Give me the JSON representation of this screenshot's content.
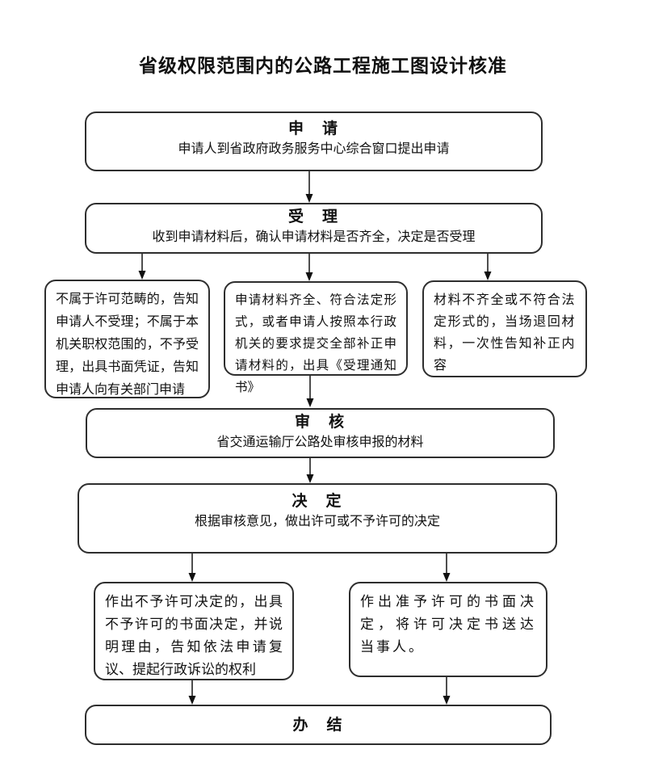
{
  "title": "省级权限范围内的公路工程施工图设计核准",
  "flow": {
    "apply": {
      "heading": "申　请",
      "body": "申请人到省政府政务服务中心综合窗口提出申请"
    },
    "accept": {
      "heading": "受　理",
      "body": "收到申请材料后，确认申请材料是否齐全，决定是否受理"
    },
    "branch_left": {
      "body": "不属于许可范畴的，告知申请人不受理；不属于本机关职权范围的，不予受理，出具书面凭证，告知申请人向有关部门申请"
    },
    "branch_middle": {
      "body": "申请材料齐全、符合法定形式，或者申请人按照本行政机关的要求提交全部补正申请材料的，出具《受理通知书》"
    },
    "branch_right": {
      "body": "材料不齐全或不符合法定形式的，当场退回材料，一次性告知补正内容"
    },
    "review": {
      "heading": "审　核",
      "body": "省交通运输厅公路处审核申报的材料"
    },
    "decision": {
      "heading": "决　定",
      "body": "根据审核意见，做出许可或不予许可的决定"
    },
    "deny": {
      "body": "作出不予许可决定的，出具不予许可的书面决定，并说明理由，告知依法申请复议、提起行政诉讼的权利"
    },
    "grant": {
      "body": "作出准予许可的书面决定，将许可决定书送达当事人。"
    },
    "complete": {
      "heading": "办　结"
    }
  },
  "colors": {
    "line": "#222222",
    "background": "#ffffff",
    "text": "#111111"
  }
}
